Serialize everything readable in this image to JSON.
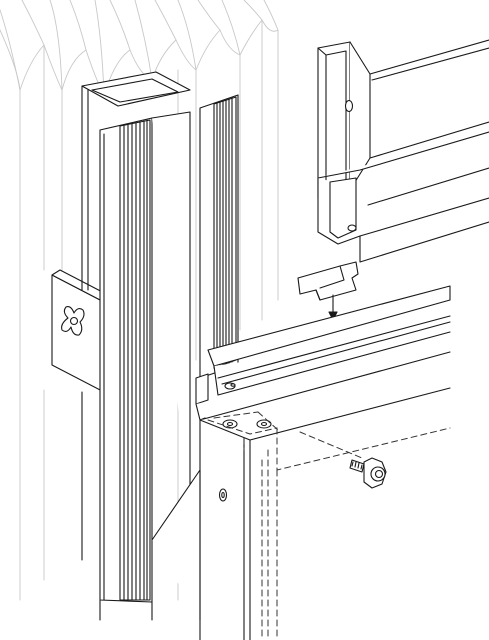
{
  "figure": {
    "style": "isometric-line-drawing",
    "components": [
      "curtain-fabric-pleats",
      "vertical-aluminium-post",
      "mounting-bracket-with-wing-nut",
      "end-cap-housing",
      "spring-clip",
      "horizontal-top-rail",
      "frame-corner",
      "hex-head-screw"
    ]
  },
  "colors": {
    "line": "#1a1a1a",
    "fabric_line": "#c8c8c8",
    "dashed": "#333333",
    "fill": "#ffffff"
  }
}
